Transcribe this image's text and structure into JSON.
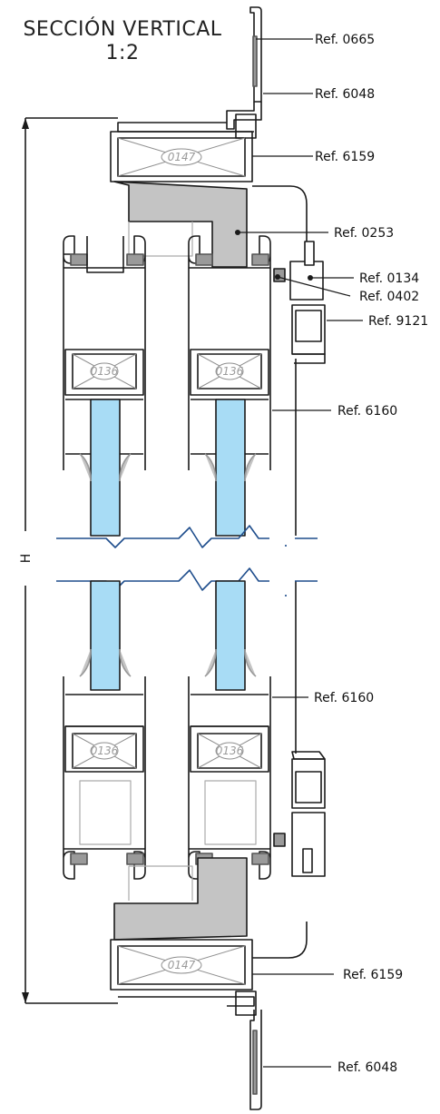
{
  "title": {
    "line1": "SECCIÓN VERTICAL",
    "line2": "1:2"
  },
  "dimension_label": "H",
  "references": [
    "Ref. 0665",
    "Ref. 6048",
    "Ref. 6159",
    "Ref. 0253",
    "Ref. 0134",
    "Ref. 0402",
    "Ref. 9121",
    "Ref. 6160",
    "Ref. 6160",
    "Ref. 6159",
    "Ref. 6048"
  ],
  "gasket_labels": {
    "top": "0147",
    "upper_left": "0136",
    "upper_right": "0136",
    "lower_left": "0136",
    "lower_right": "0136",
    "bottom": "0147"
  },
  "colors": {
    "line": "#1a1a1a",
    "glass": "#a8dcf5",
    "block": "#c4c4c4",
    "connector": "#1e4d8c"
  }
}
